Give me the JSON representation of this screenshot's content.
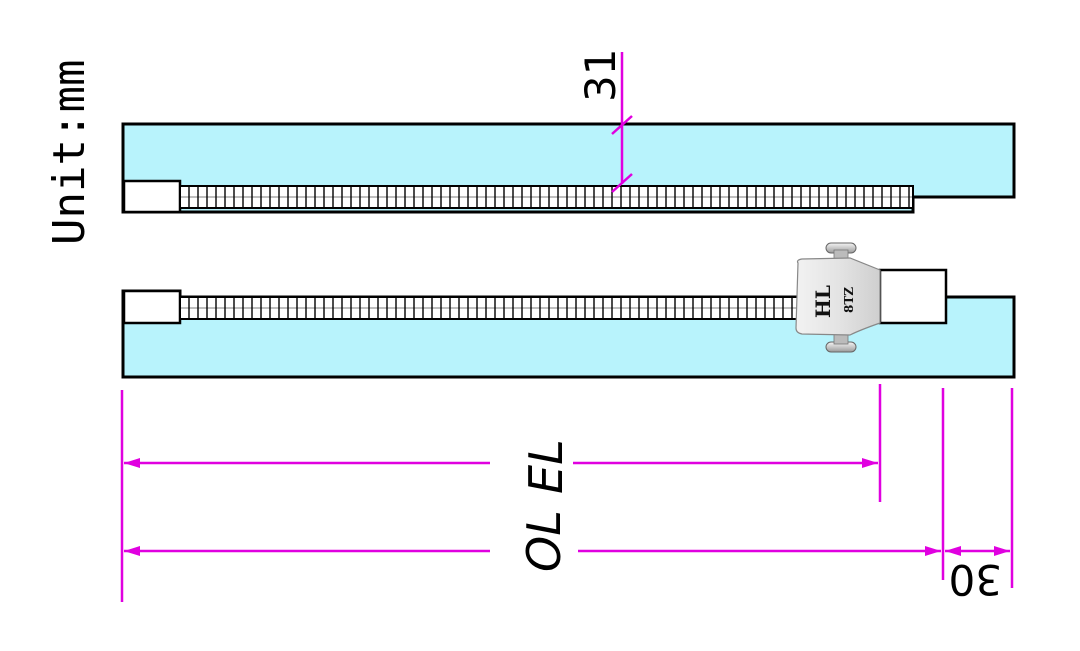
{
  "unit_label": "Unit:mm",
  "dimensions": {
    "tape_margin": "31",
    "open_end": "30",
    "element_length": "EL",
    "overall_length": "OL"
  },
  "slider": {
    "brand": "HL",
    "model": "8TZ"
  },
  "colors": {
    "tape_fill": "#b8f3fc",
    "dimension_line": "#e000e0",
    "outline": "#000000"
  }
}
